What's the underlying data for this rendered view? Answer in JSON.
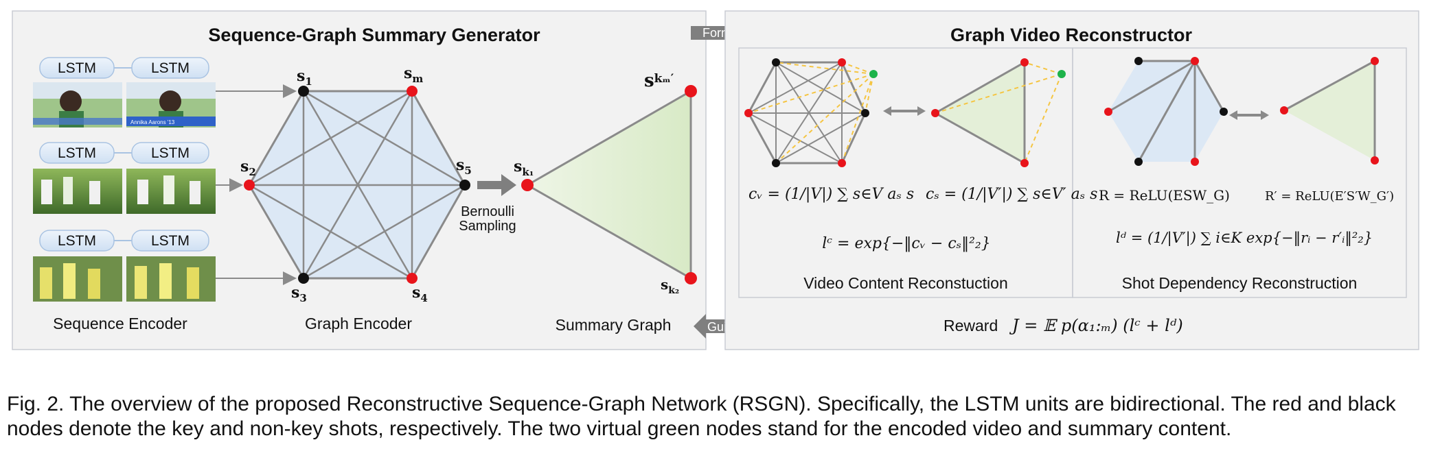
{
  "left_panel": {
    "title": "Sequence-Graph Summary Generator",
    "lstm_label": "LSTM",
    "frame_caption": "Annika Aarons '13",
    "sequence_encoder": "Sequence Encoder",
    "graph_encoder": "Graph Encoder",
    "summary_graph": "Summary Graph",
    "bernoulli_line1": "Bernoulli",
    "bernoulli_line2": "Sampling",
    "nodes": {
      "s1": "s",
      "s1_sub": "1",
      "sm": "s",
      "sm_sub": "m",
      "s2": "s",
      "s2_sub": "2",
      "s5": "s",
      "s5_sub": "5",
      "s3": "s",
      "s3_sub": "3",
      "s4": "s",
      "s4_sub": "4",
      "sk1": "s",
      "sk1_sub": "k₁",
      "skm": "s",
      "skm_sub": "kₘ′",
      "sk2": "s",
      "sk2_sub": "k₂"
    }
  },
  "arrows": {
    "form": "Form",
    "guide": "Guide"
  },
  "right_panel": {
    "title": "Graph Video Reconstructor",
    "video_content": "Video Content Reconstuction",
    "shot_dependency": "Shot Dependency Reconstruction",
    "reward_label": "Reward",
    "eq_cv": "cᵥ = (1/|V|) ∑ s∈V aₛ s",
    "eq_cs": "cₛ = (1/|V′|) ∑ s∈V′ aₛ s",
    "eq_lc": "lᶜ = exp{−‖cᵥ − cₛ‖²₂}",
    "eq_R": "R = ReLU(ESW_G)",
    "eq_Rp": "R′ = ReLU(E′S′W_G′)",
    "eq_ld": "lᵈ = (1/|V′|) ∑ i∈K exp{−‖rᵢ − r′ᵢ‖²₂}",
    "eq_reward": "J = 𝔼 p(α₁:ₘ) (lᶜ + lᵈ)"
  },
  "caption": "Fig. 2. The overview of the proposed Reconstructive Sequence-Graph Network (RSGN). Specifically, the LSTM units are bidirectional. The red and black nodes denote the key and non-key shots, respectively. The two virtual green nodes stand for the encoded video and summary content.",
  "colors": {
    "key_node": "#e8141b",
    "nonkey_node": "#111111",
    "virtual_node": "#1db34a",
    "panel_bg": "#f2f2f2",
    "hex_fill": "#dce8f5",
    "triangle_fill": "#e4efd8",
    "edge": "#8a8a8a",
    "dashed": "#f5c542"
  }
}
